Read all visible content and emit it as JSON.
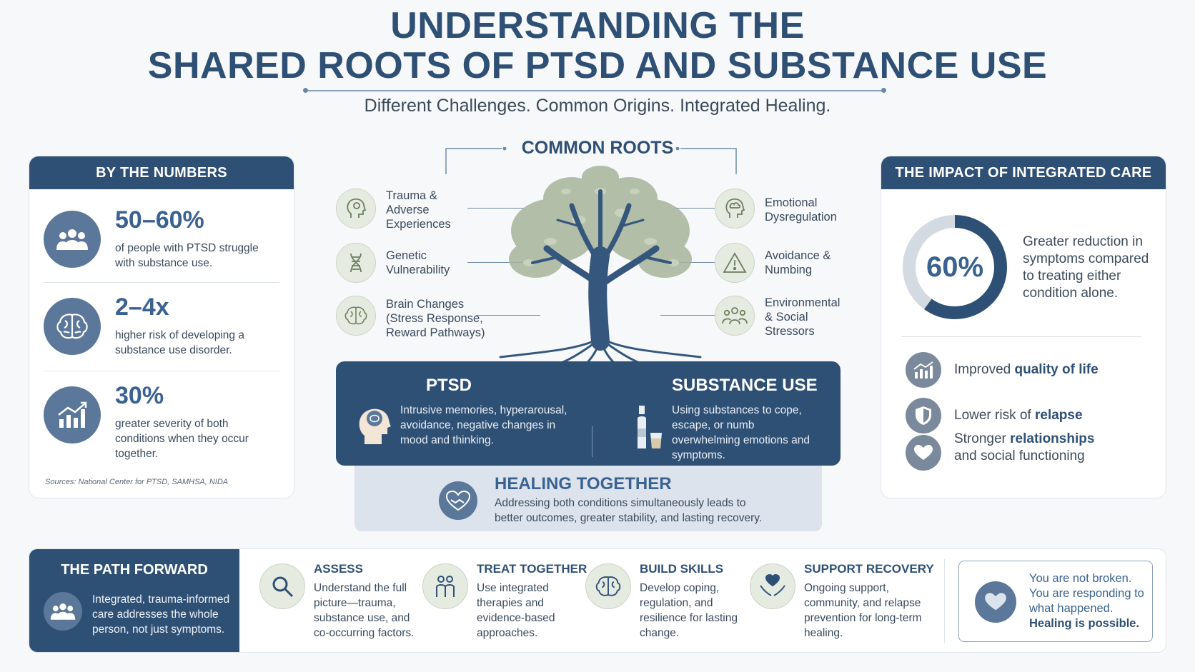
{
  "header": {
    "title_line1": "UNDERSTANDING THE",
    "title_line2": "SHARED ROOTS OF PTSD AND SUBSTANCE USE",
    "subtitle": "Different Challenges. Common Origins. Integrated Healing."
  },
  "numbers": {
    "heading": "BY THE NUMBERS",
    "stats": [
      {
        "value": "50–60%",
        "description": "of people with PTSD struggle with substance use.",
        "icon": "people-icon"
      },
      {
        "value": "2–4x",
        "description": "higher risk of developing a substance use disorder.",
        "icon": "brain-icon"
      },
      {
        "value": "30%",
        "description": "greater severity of both conditions when they occur together.",
        "icon": "chart-up-icon"
      }
    ],
    "sources": "Sources: National Center for PTSD, SAMHSA, NIDA"
  },
  "common_roots": {
    "heading": "COMMON ROOTS",
    "left": [
      {
        "label": "Trauma &\nAdverse\nExperiences",
        "icon": "head-icon"
      },
      {
        "label": "Genetic\nVulnerability",
        "icon": "dna-icon"
      },
      {
        "label": "Brain Changes\n(Stress Response,\nReward Pathways)",
        "icon": "brain-icon"
      }
    ],
    "right": [
      {
        "label": "Emotional\nDysregulation",
        "icon": "head-cloud-icon"
      },
      {
        "label": "Avoidance &\nNumbing",
        "icon": "warning-icon"
      },
      {
        "label": "Environmental\n& Social\nStressors",
        "icon": "people-group-icon"
      }
    ]
  },
  "conditions": {
    "ptsd": {
      "title": "PTSD",
      "description": "Intrusive memories, hyperarousal, avoidance, negative changes in mood and thinking.",
      "icon": "head-brain-icon"
    },
    "substance": {
      "title": "SUBSTANCE USE",
      "description": "Using substances to cope, escape, or numb overwhelming emotions and symptoms.",
      "icon": "bottle-glass-icon"
    }
  },
  "healing": {
    "title": "HEALING TOGETHER",
    "description": "Addressing both conditions simultaneously leads to better outcomes, greater stability, and lasting recovery.",
    "icon": "handshake-heart-icon"
  },
  "impact": {
    "heading": "THE IMPACT OF INTEGRATED CARE",
    "donut_value": "60%",
    "donut_fraction": 0.6,
    "donut_description": "Greater reduction in symptoms compared to treating either condition alone.",
    "benefits": [
      {
        "prefix": "Improved ",
        "emphasis": "quality of life",
        "suffix": "",
        "icon": "chart-icon"
      },
      {
        "prefix": "Lower risk of ",
        "emphasis": "relapse",
        "suffix": "",
        "icon": "shield-icon"
      },
      {
        "prefix": "Stronger ",
        "emphasis": "relationships",
        "suffix": "and social functioning",
        "icon": "heart-icon"
      }
    ]
  },
  "path": {
    "heading": "THE PATH FORWARD",
    "intro": "Integrated, trauma-informed care addresses the whole person, not just symptoms.",
    "steps": [
      {
        "title": "ASSESS",
        "description": "Understand the full picture—trauma, substance use, and co-occurring factors.",
        "icon": "magnifier-icon"
      },
      {
        "title": "TREAT TOGETHER",
        "description": "Use integrated therapies and evidence-based approaches.",
        "icon": "two-people-icon"
      },
      {
        "title": "BUILD SKILLS",
        "description": "Develop coping, regulation, and resilience for lasting change.",
        "icon": "brain-icon"
      },
      {
        "title": "SUPPORT RECOVERY",
        "description": "Ongoing support, community, and relapse prevention for long-term healing.",
        "icon": "hands-heart-icon"
      }
    ],
    "affirmation": "You are not broken. You are responding to what happened.",
    "affirmation_strong": "Healing is possible."
  },
  "colors": {
    "navy": "#2f5075",
    "accent_blue": "#3a6290",
    "sage": "#a7b59a",
    "light_panel": "#dce3ec"
  }
}
